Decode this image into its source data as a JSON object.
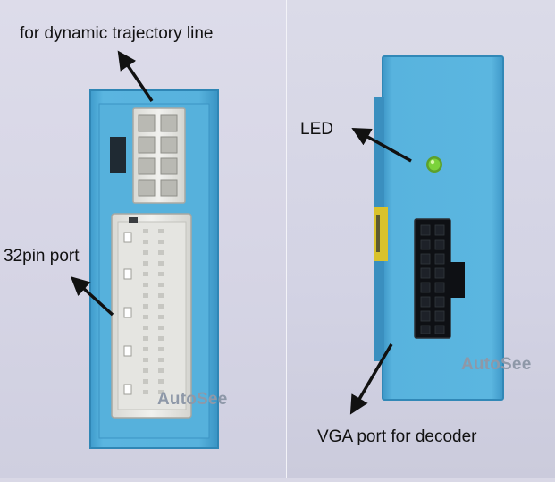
{
  "labels": {
    "dynamic_line": "for dynamic trajectory line",
    "pin32": "32pin port",
    "led": "LED",
    "vga": "VGA port for decoder"
  },
  "watermarks": {
    "left": "AutoSee",
    "right": "AutoSee"
  },
  "colors": {
    "box_blue": "#54b0dc",
    "box_edge": "#2f86b5",
    "connector_white": "#e9e9e6",
    "connector_black": "#0e1014",
    "led_green": "#7bd23a",
    "arrow": "#111111"
  }
}
